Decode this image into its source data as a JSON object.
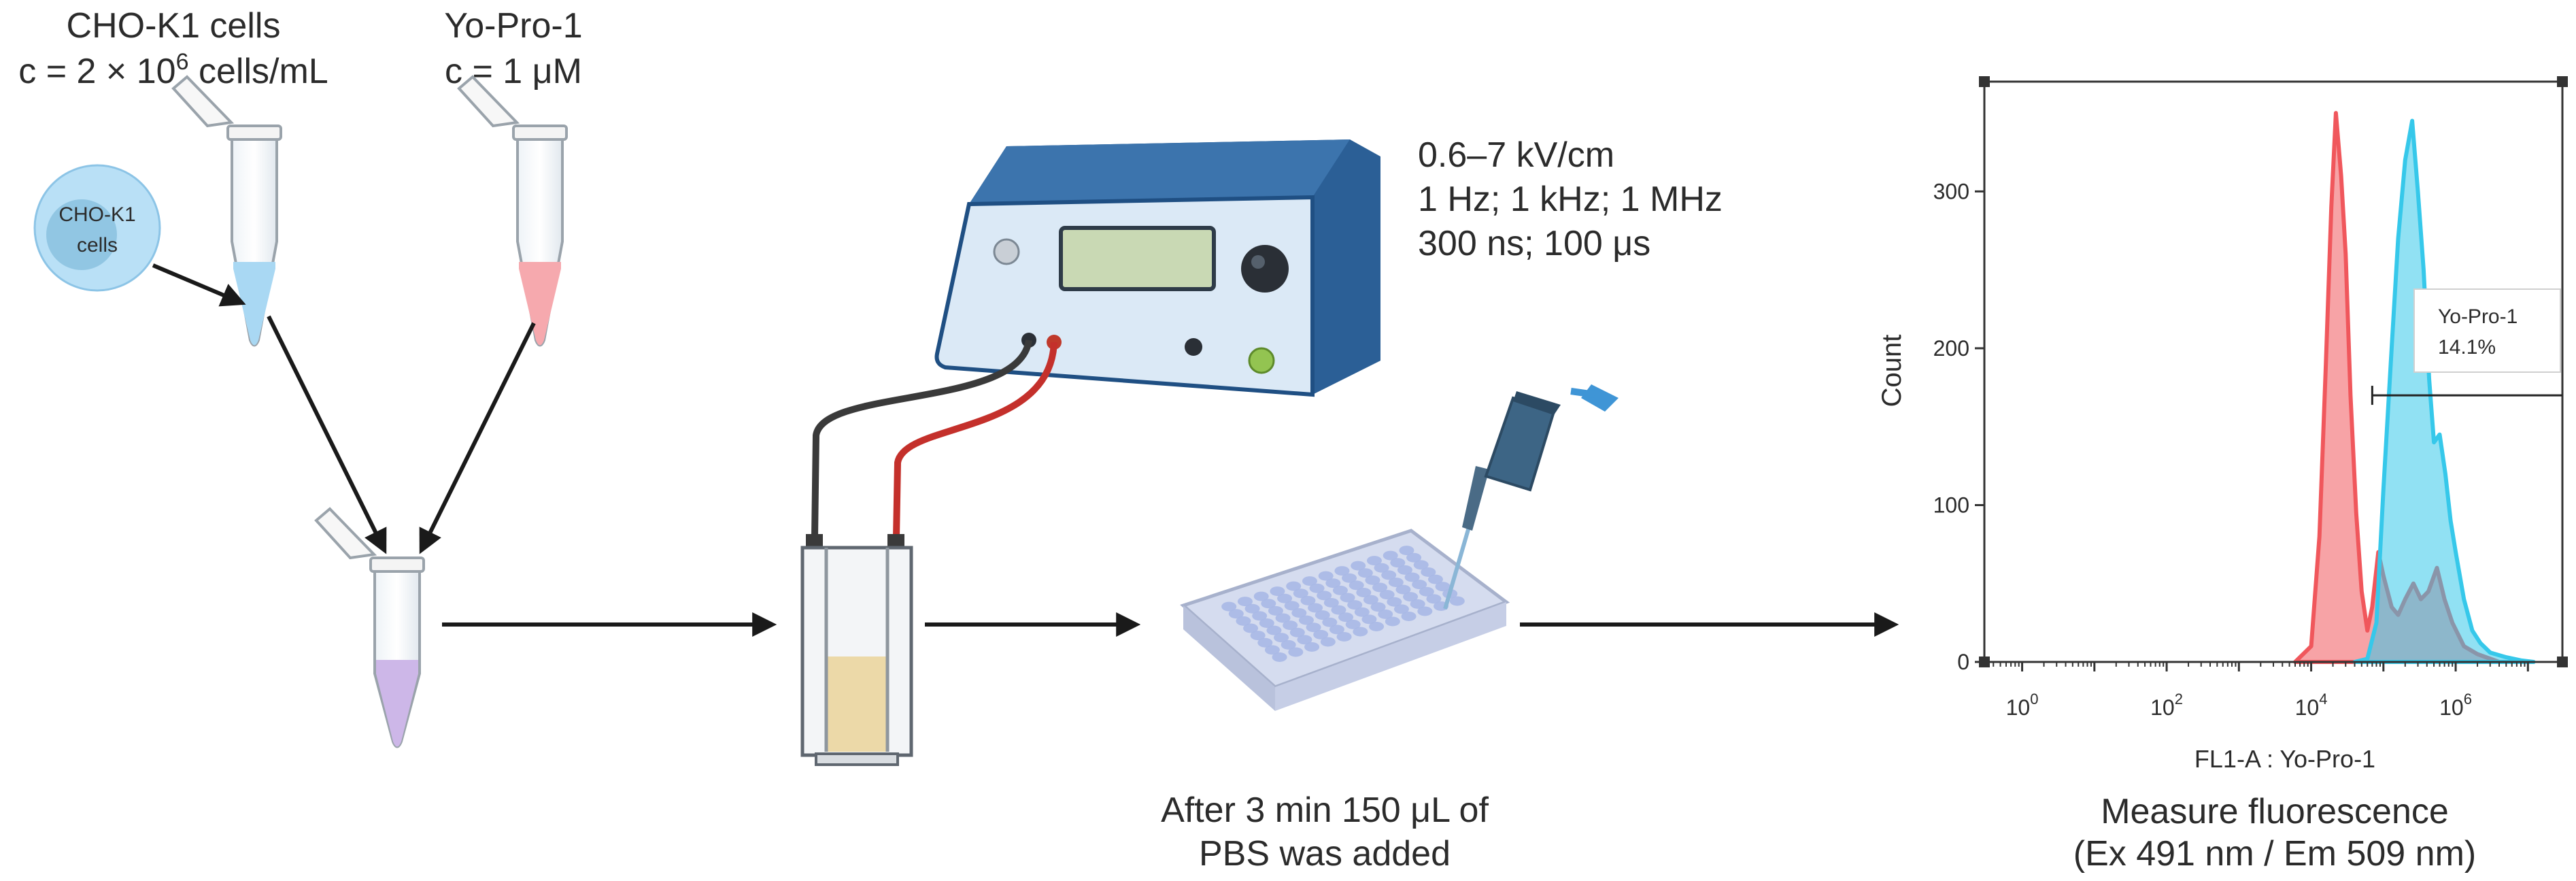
{
  "reagents": {
    "cells": {
      "name": "CHO-K1 cells",
      "conc_prefix": "c = 2 × 10",
      "conc_exp": "6",
      "conc_suffix": "cells/mL"
    },
    "dye": {
      "name": "Yo-Pro-1",
      "conc": "c = 1 μM"
    },
    "cell_bubble": {
      "line1": "CHO-K1",
      "line2": "cells"
    }
  },
  "electroporator": {
    "params": [
      "0.6–7 kV/cm",
      "1 Hz; 1 kHz; 1 MHz",
      "300 ns; 100 μs"
    ]
  },
  "plate_step": {
    "caption": [
      "After 3 min 150 μL of",
      "PBS was added"
    ]
  },
  "measure_step": {
    "caption": [
      "Measure fluorescence",
      "(Ex 491 nm / Em 509 nm)"
    ]
  },
  "colors": {
    "arrow": "#1a1a1a",
    "device_body": "#2f5f93",
    "device_front": "#dbe9f6",
    "display": "#c9d9b4",
    "control_series": "#f0575c",
    "yopro_series": "#36c8ea",
    "tube_blue": "#a9d8f3",
    "tube_pink": "#f6a9ae",
    "tube_purple": "#cdb7e8",
    "cuvette_fill": "#ecd9a8"
  },
  "chart_data": {
    "type": "area",
    "xlabel": "FL1-A : Yo-Pro-1",
    "ylabel": "Count",
    "x_scale": "log",
    "xlim": [
      0.3,
      30000000
    ],
    "ylim": [
      0,
      370
    ],
    "x_tick_labels": [
      {
        "base": "10",
        "exp": "0",
        "value": 1
      },
      {
        "base": "10",
        "exp": "2",
        "value": 100
      },
      {
        "base": "10",
        "exp": "4",
        "value": 10000
      },
      {
        "base": "10",
        "exp": "6",
        "value": 1000000
      }
    ],
    "y_ticks": [
      0,
      100,
      200,
      300
    ],
    "gate": {
      "label": "Yo-Pro-1",
      "value": "14.1%",
      "x_start": 70000,
      "x_end": 30000000,
      "y": 170
    },
    "series": [
      {
        "color": "#f0575c",
        "x": [
          6000,
          10000,
          13000,
          16000,
          19000,
          22000,
          26000,
          30000,
          35000,
          42000,
          50000,
          60000,
          70000,
          85000,
          100000,
          130000,
          160000,
          200000,
          260000,
          330000,
          420000,
          550000,
          700000,
          900000,
          1300000,
          2000000,
          4000000
        ],
        "y": [
          0,
          10,
          80,
          190,
          290,
          350,
          310,
          260,
          170,
          95,
          45,
          20,
          35,
          70,
          55,
          35,
          30,
          40,
          50,
          40,
          45,
          60,
          40,
          25,
          10,
          5,
          0
        ]
      },
      {
        "color": "#36c8ea",
        "x": [
          40000,
          60000,
          80000,
          100000,
          130000,
          160000,
          200000,
          250000,
          300000,
          360000,
          430000,
          500000,
          600000,
          720000,
          850000,
          1000000,
          1300000,
          1700000,
          2200000,
          3000000,
          5000000,
          8000000,
          12000000
        ],
        "y": [
          0,
          2,
          25,
          110,
          200,
          270,
          320,
          345,
          300,
          250,
          180,
          140,
          145,
          120,
          90,
          70,
          40,
          20,
          12,
          6,
          3,
          1,
          0
        ]
      }
    ]
  }
}
